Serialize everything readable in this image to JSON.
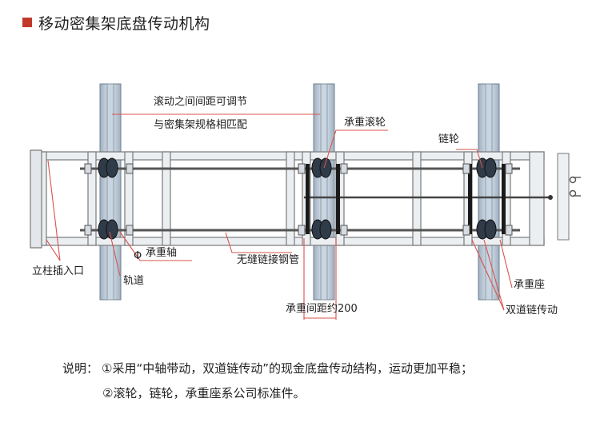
{
  "header": {
    "title": "移动密集架底盘传动机构"
  },
  "labels": {
    "gap_line1": "滚动之间间距可调节",
    "gap_line2": "与密集架规格相匹配",
    "roller": "承重滚轮",
    "sprocket": "链轮",
    "axle": "承重轴",
    "pipe": "无缝链接钢管",
    "post_socket": "立柱插入口",
    "rail": "轨道",
    "bearing_seat": "承重座",
    "spacing": "承重间距约200",
    "dual_chain": "双道链传动"
  },
  "notes": {
    "prefix": "说明：",
    "line1": "①采用“中轴带动，双道链传动”的现金底盘传动结构，运动更加平稳；",
    "line2": "②滚轮，链轮，承重座系公司标准件。"
  },
  "colors": {
    "accent": "#c0392b",
    "leader": "#d9534f",
    "frame": "#8a8a8a",
    "rail": "#b9c6d3"
  }
}
